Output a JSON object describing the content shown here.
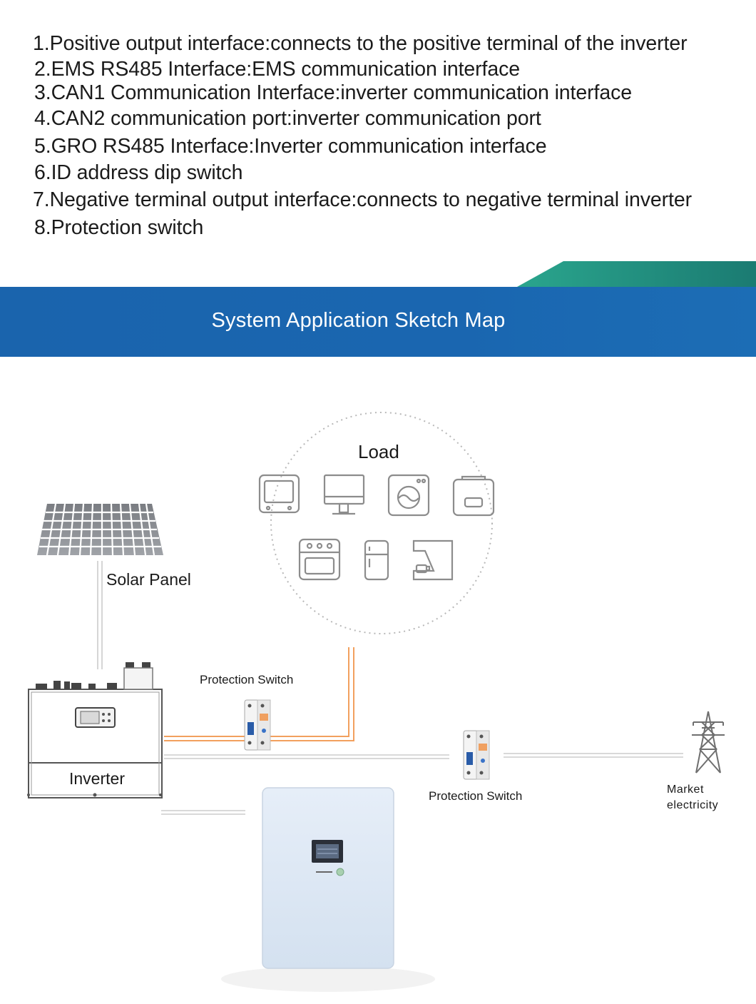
{
  "spec_list": [
    "1.Positive output interface:connects to the positive terminal of the inverter",
    "2.EMS RS485 Interface:EMS communication interface",
    "3.CAN1 Communication Interface:inverter communication interface",
    "4.CAN2 communication port:inverter communication port",
    "5.GRO RS485 Interface:Inverter communication interface",
    "6.ID address dip switch",
    "7.Negative terminal output interface:connects to negative terminal inverter",
    "8.Protection switch"
  ],
  "banner": {
    "title": "System Application Sketch Map"
  },
  "diagram": {
    "load_label": "Load",
    "solar_label": "Solar Panel",
    "inverter_label": "Inverter",
    "protection_switch_1": "Protection Switch",
    "protection_switch_2": "Protection Switch",
    "market_label": "Market electricity",
    "load_icons": [
      "tv-icon",
      "monitor-icon",
      "washing-machine-icon",
      "microwave-icon",
      "oven-icon",
      "refrigerator-icon",
      "coffee-machine-icon"
    ]
  },
  "colors": {
    "banner_blue": "#1a66b0",
    "banner_accent_green": "#1f8a7a",
    "ac_wire": "#f2a05e",
    "dc_wire": "#d9d9d9",
    "battery_panel": "#dfe9f5"
  }
}
